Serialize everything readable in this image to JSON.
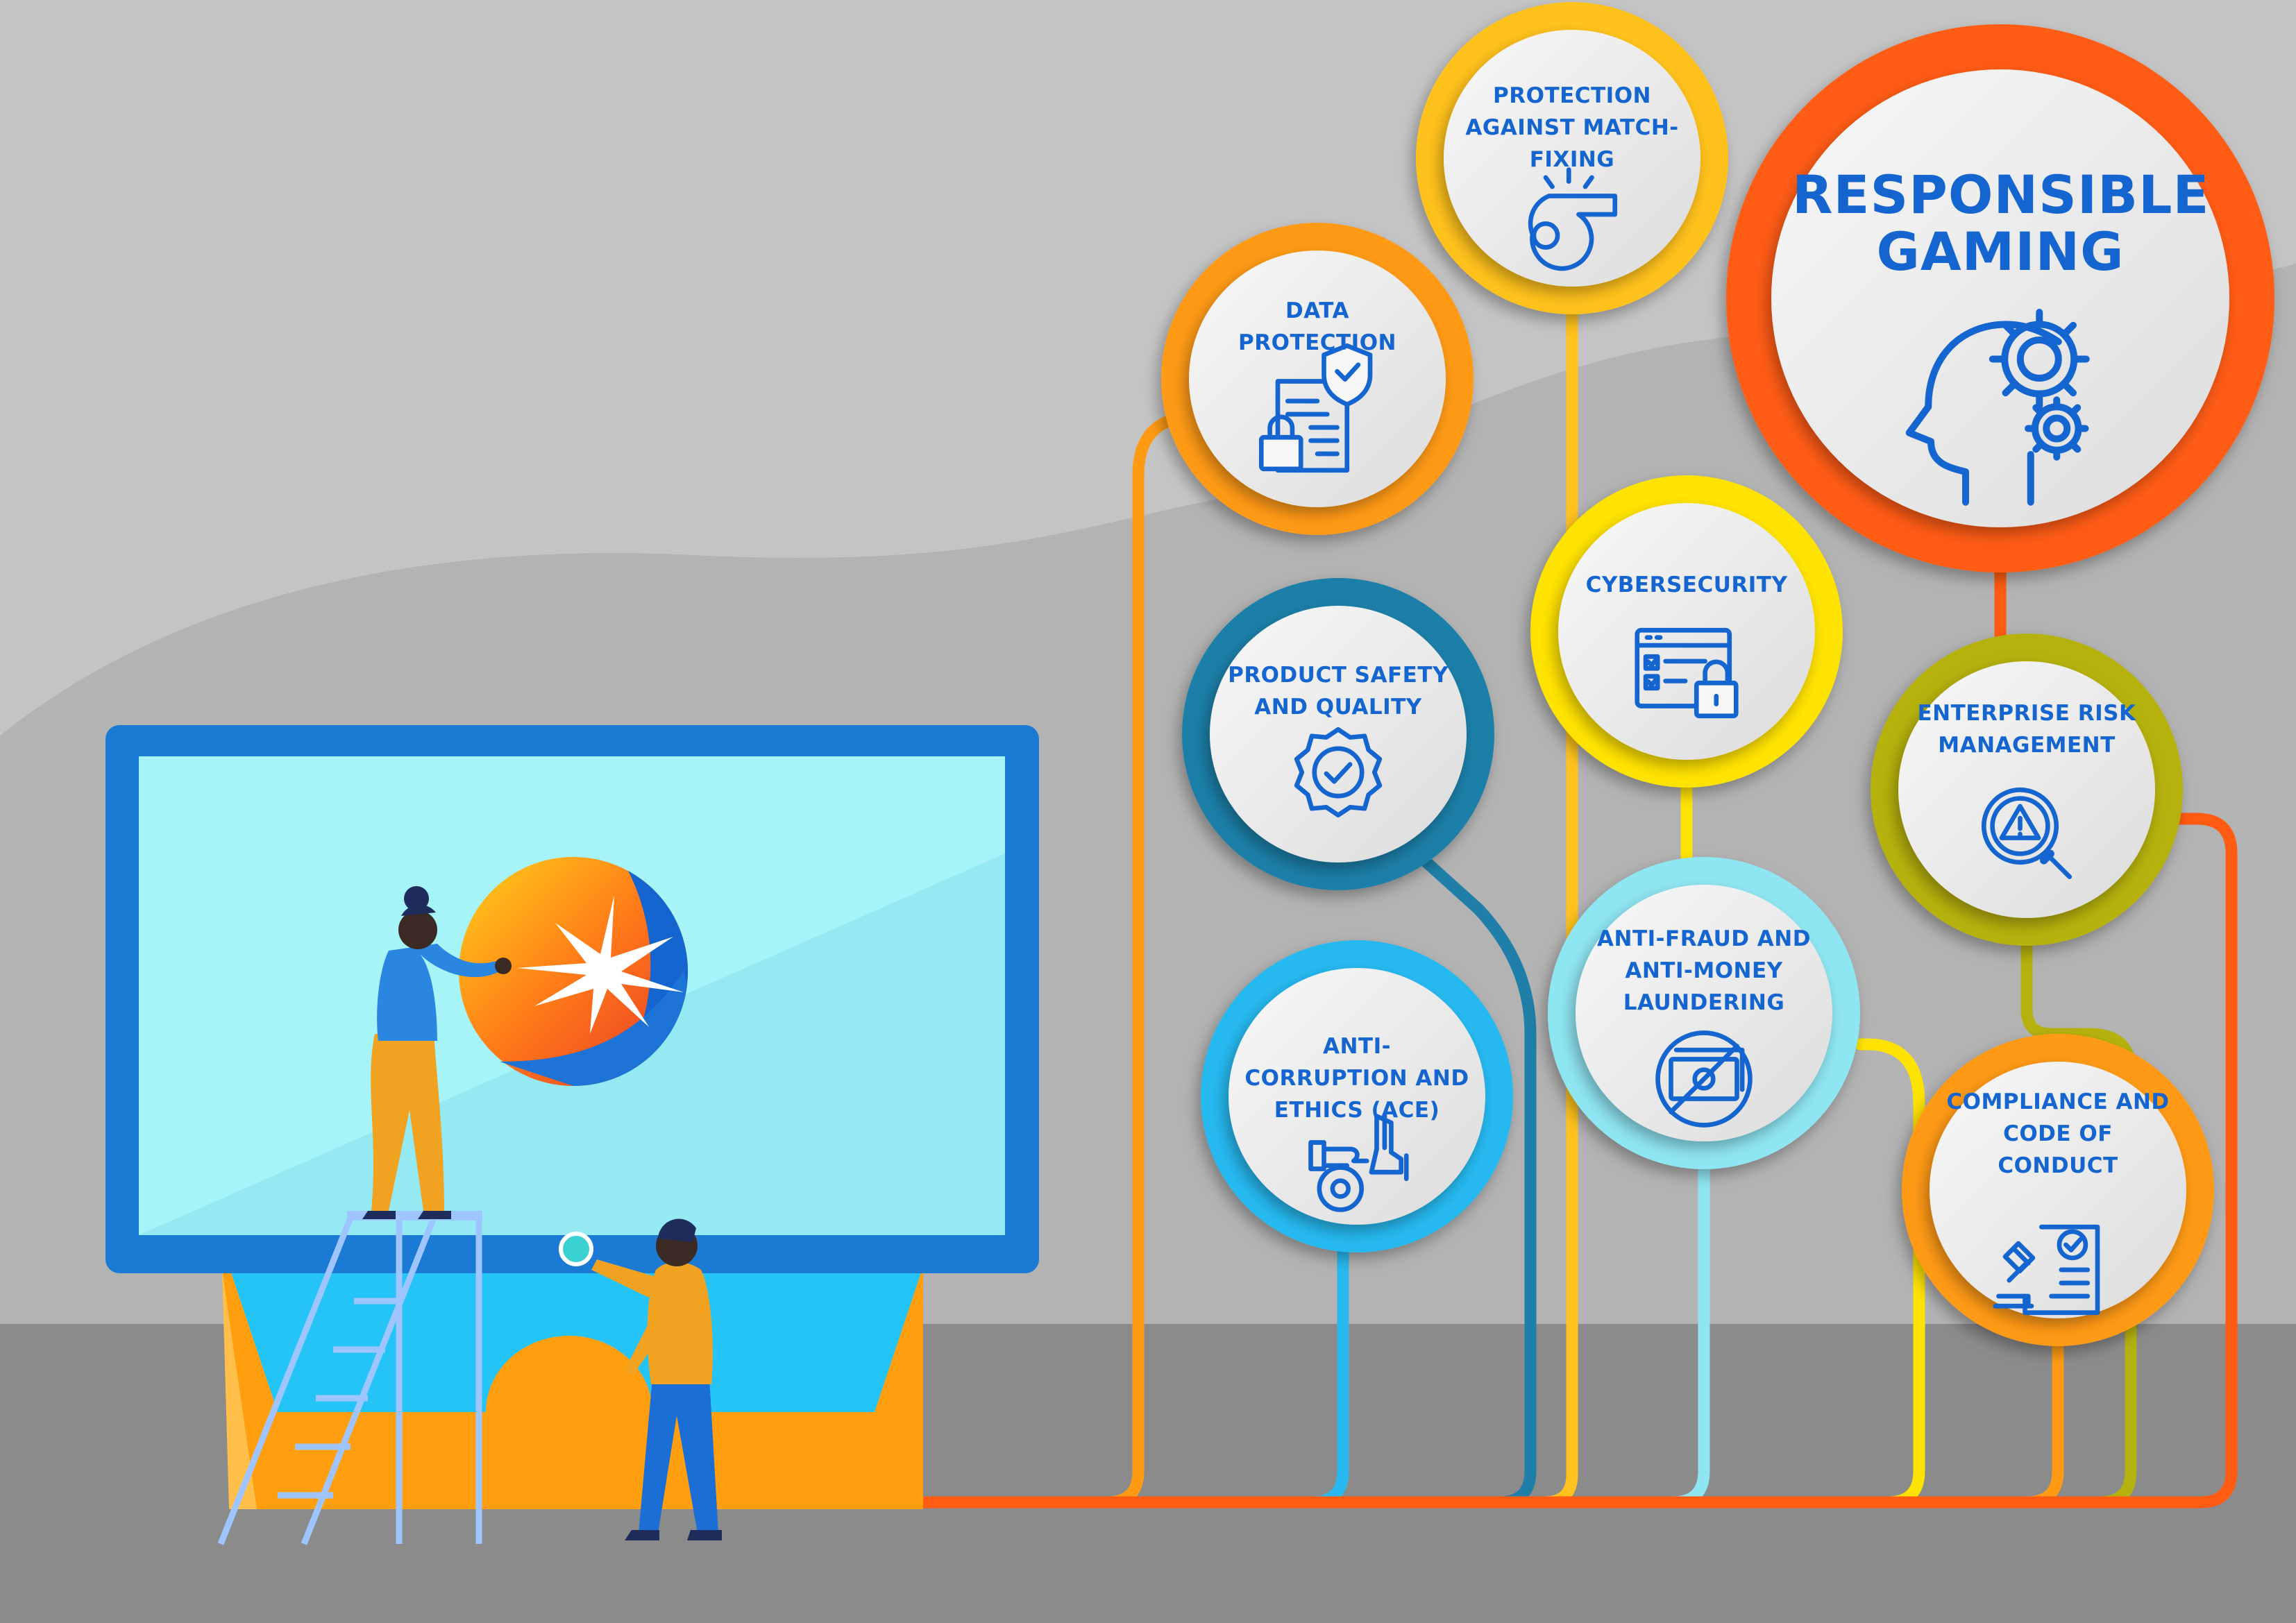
{
  "hub": {
    "title": "RESPONSIBLE GAMING",
    "icon": "head-gears-icon",
    "ring_color": "#ff5b12"
  },
  "topics": [
    {
      "id": "match-fixing",
      "label": "PROTECTION AGAINST MATCH-FIXING",
      "icon": "whistle-icon",
      "ring_color": "#ffc21e"
    },
    {
      "id": "data-protection",
      "label": "DATA PROTECTION",
      "icon": "document-shield-lock-icon",
      "ring_color": "#ff9a14"
    },
    {
      "id": "product-safety",
      "label": "PRODUCT SAFETY AND QUALITY",
      "icon": "quality-badge-check-icon",
      "ring_color": "#1f7fa8"
    },
    {
      "id": "cybersecurity",
      "label": "CYBERSECURITY",
      "icon": "browser-checklist-lock-icon",
      "ring_color": "#ffe300"
    },
    {
      "id": "erm",
      "label": "ENTERPRISE RISK MANAGEMENT",
      "icon": "warning-magnifier-icon",
      "ring_color": "#b5b10e"
    },
    {
      "id": "ace",
      "label": "ANTI-CORRUPTION AND ETHICS (ACE)",
      "icon": "hand-money-refuse-icon",
      "ring_color": "#28b9f0"
    },
    {
      "id": "aml",
      "label": "ANTI-FRAUD AND ANTI-MONEY LAUNDERING",
      "icon": "no-money-icon",
      "ring_color": "#8fe6f3"
    },
    {
      "id": "compliance",
      "label": "COMPLIANCE AND CODE OF CONDUCT",
      "icon": "gavel-document-check-icon",
      "ring_color": "#ff9a14"
    }
  ],
  "colors": {
    "text_blue": "#1565d0",
    "background_gray": "#c4c4c4",
    "floor_gray": "#8a8a8a",
    "monitor_frame": "#1a7ad4",
    "monitor_screen": "#a6f4f8",
    "monitor_base": "#ff9f10"
  },
  "illustration": {
    "logo": "starburst-globe-logo",
    "people": [
      "woman-on-ladder",
      "man-holding-orb"
    ]
  }
}
